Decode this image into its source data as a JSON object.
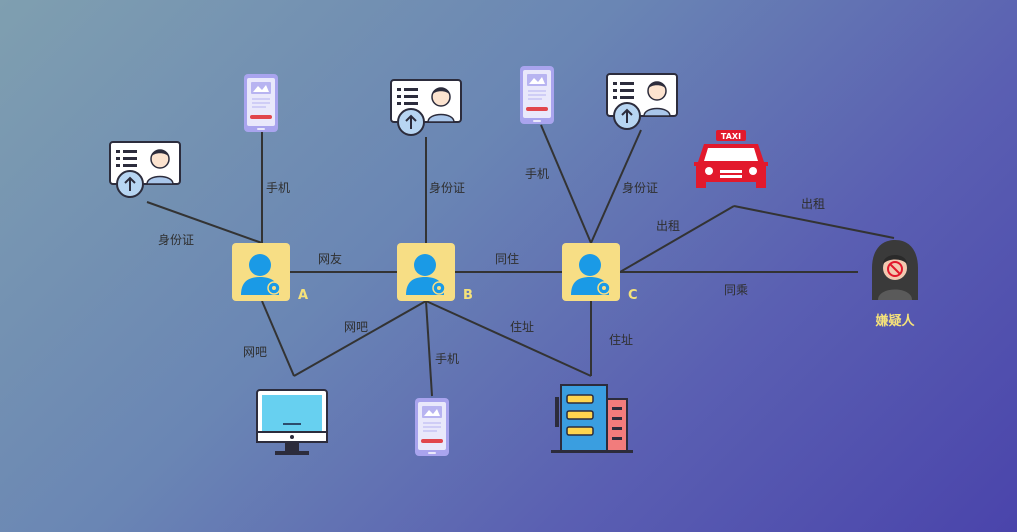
{
  "diagram": {
    "nodes": [
      {
        "id": "A",
        "label": "A",
        "kind": "person"
      },
      {
        "id": "B",
        "label": "B",
        "kind": "person"
      },
      {
        "id": "C",
        "label": "C",
        "kind": "person"
      },
      {
        "id": "idA",
        "kind": "id-card"
      },
      {
        "id": "phoneA",
        "kind": "phone"
      },
      {
        "id": "idB",
        "kind": "id-card"
      },
      {
        "id": "phoneC",
        "kind": "phone"
      },
      {
        "id": "idC",
        "kind": "id-card"
      },
      {
        "id": "taxi",
        "kind": "taxi",
        "sign": "TAXI"
      },
      {
        "id": "suspect",
        "label": "嫌疑人",
        "kind": "suspect"
      },
      {
        "id": "computer",
        "kind": "computer"
      },
      {
        "id": "phoneB",
        "kind": "phone"
      },
      {
        "id": "building",
        "kind": "building"
      }
    ],
    "edges": [
      {
        "from": "idA",
        "to": "A",
        "label": "身份证"
      },
      {
        "from": "phoneA",
        "to": "A",
        "label": "手机"
      },
      {
        "from": "A",
        "to": "B",
        "label": "网友"
      },
      {
        "from": "idB",
        "to": "B",
        "label": "身份证"
      },
      {
        "from": "B",
        "to": "C",
        "label": "同住"
      },
      {
        "from": "phoneC",
        "to": "C",
        "label": "手机"
      },
      {
        "from": "idC",
        "to": "C",
        "label": "身份证"
      },
      {
        "from": "C",
        "to": "taxi",
        "label": "出租"
      },
      {
        "from": "taxi",
        "to": "suspect",
        "label": "出租"
      },
      {
        "from": "C",
        "to": "suspect",
        "label": "同乘"
      },
      {
        "from": "A",
        "to": "computer",
        "label": "网吧"
      },
      {
        "from": "B",
        "to": "computer",
        "label": "网吧"
      },
      {
        "from": "B",
        "to": "phoneB",
        "label": "手机"
      },
      {
        "from": "B",
        "to": "building",
        "label": "住址"
      },
      {
        "from": "C",
        "to": "building",
        "label": "住址"
      }
    ],
    "colors": {
      "person_tile": "#f7de85",
      "person_icon": "#1a9ae6",
      "phone": "#a9a4ee",
      "taxi": "#e2192c",
      "edge": "#333333",
      "node_label": "#f5e27a"
    }
  }
}
